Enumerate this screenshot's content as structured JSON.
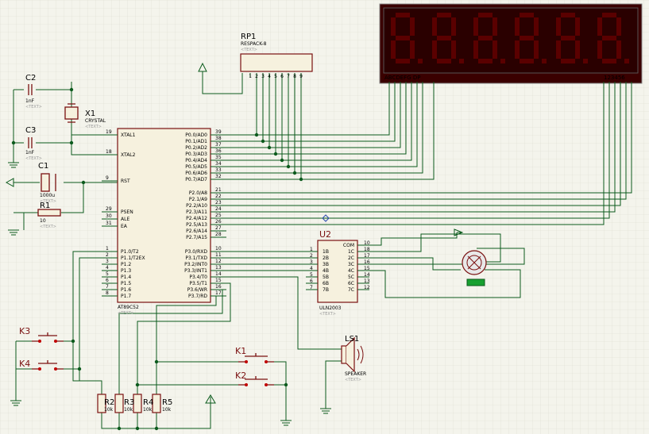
{
  "placeholder_text": "<TEXT>",
  "components": {
    "C2": {
      "ref": "C2",
      "value": "1nF"
    },
    "C3": {
      "ref": "C3",
      "value": "1nF"
    },
    "C1": {
      "ref": "C1",
      "value": "1000u"
    },
    "R1": {
      "ref": "R1",
      "value": "10"
    },
    "X1": {
      "ref": "X1",
      "value": "CRYSTAL"
    },
    "RP1": {
      "ref": "RP1",
      "value": "RESPACK-8",
      "pins": [
        "1",
        "2",
        "3",
        "4",
        "5",
        "6",
        "7",
        "8",
        "9"
      ]
    },
    "U1": {
      "value": "AT89C52"
    },
    "U2": {
      "ref": "U2",
      "value": "ULN2003"
    },
    "LS1": {
      "ref": "LS1",
      "value": "SPEAKER"
    },
    "R2": {
      "ref": "R2",
      "value": "10k"
    },
    "R3": {
      "ref": "R3",
      "value": "10k"
    },
    "R4": {
      "ref": "R4",
      "value": "10k"
    },
    "R5": {
      "ref": "R5",
      "value": "10k"
    },
    "K1": {
      "ref": "K1"
    },
    "K2": {
      "ref": "K2"
    },
    "K3": {
      "ref": "K3"
    },
    "K4": {
      "ref": "K4"
    }
  },
  "display": {
    "segment_label": "ABCDEFG DP",
    "digit_label": "123456",
    "digits": 6
  },
  "mcu_left_pins": [
    {
      "num": "19",
      "name": "XTAL1"
    },
    {
      "num": "18",
      "name": "XTAL2"
    },
    {
      "num": "9",
      "name": "RST"
    },
    {
      "num": "29",
      "name": "PSEN"
    },
    {
      "num": "30",
      "name": "ALE"
    },
    {
      "num": "31",
      "name": "EA"
    },
    {
      "num": "1",
      "name": "P1.0/T2"
    },
    {
      "num": "2",
      "name": "P1.1/T2EX"
    },
    {
      "num": "3",
      "name": "P1.2"
    },
    {
      "num": "4",
      "name": "P1.3"
    },
    {
      "num": "5",
      "name": "P1.4"
    },
    {
      "num": "6",
      "name": "P1.5"
    },
    {
      "num": "7",
      "name": "P1.6"
    },
    {
      "num": "8",
      "name": "P1.7"
    }
  ],
  "mcu_right_pins": [
    {
      "num": "39",
      "name": "P0.0/AD0"
    },
    {
      "num": "38",
      "name": "P0.1/AD1"
    },
    {
      "num": "37",
      "name": "P0.2/AD2"
    },
    {
      "num": "36",
      "name": "P0.3/AD3"
    },
    {
      "num": "35",
      "name": "P0.4/AD4"
    },
    {
      "num": "34",
      "name": "P0.5/AD5"
    },
    {
      "num": "33",
      "name": "P0.6/AD6"
    },
    {
      "num": "32",
      "name": "P0.7/AD7"
    },
    {
      "num": "21",
      "name": "P2.0/A8"
    },
    {
      "num": "22",
      "name": "P2.1/A9"
    },
    {
      "num": "23",
      "name": "P2.2/A10"
    },
    {
      "num": "24",
      "name": "P2.3/A11"
    },
    {
      "num": "25",
      "name": "P2.4/A12"
    },
    {
      "num": "26",
      "name": "P2.5/A13"
    },
    {
      "num": "27",
      "name": "P2.6/A14"
    },
    {
      "num": "28",
      "name": "P2.7/A15"
    },
    {
      "num": "10",
      "name": "P3.0/RXD"
    },
    {
      "num": "11",
      "name": "P3.1/TXD"
    },
    {
      "num": "12",
      "name": "P3.2/INT0"
    },
    {
      "num": "13",
      "name": "P3.3/INT1"
    },
    {
      "num": "14",
      "name": "P3.4/T0"
    },
    {
      "num": "15",
      "name": "P3.5/T1"
    },
    {
      "num": "16",
      "name": "P3.6/WR"
    },
    {
      "num": "17",
      "name": "P3.7/RD"
    }
  ],
  "uln_left_pins": [
    {
      "num": "1",
      "name": "1B"
    },
    {
      "num": "2",
      "name": "2B"
    },
    {
      "num": "3",
      "name": "3B"
    },
    {
      "num": "4",
      "name": "4B"
    },
    {
      "num": "5",
      "name": "5B"
    },
    {
      "num": "6",
      "name": "6B"
    },
    {
      "num": "7",
      "name": "7B"
    }
  ],
  "uln_right_pins": [
    {
      "num": "10",
      "name": "COM"
    },
    {
      "num": "18",
      "name": "1C"
    },
    {
      "num": "17",
      "name": "2C"
    },
    {
      "num": "16",
      "name": "3C"
    },
    {
      "num": "15",
      "name": "4C"
    },
    {
      "num": "14",
      "name": "5C"
    },
    {
      "num": "13",
      "name": "6C"
    },
    {
      "num": "12",
      "name": "7C"
    }
  ],
  "colors": {
    "background": "#f4f4ec",
    "grid": "#dcdcd0",
    "wire": "#0b5a1c",
    "component": "#7a1010",
    "chip_fill": "#f6f1de",
    "display_body": "#2a0000",
    "segment": "#5a0000",
    "label_gray": "#9a9a9a"
  }
}
